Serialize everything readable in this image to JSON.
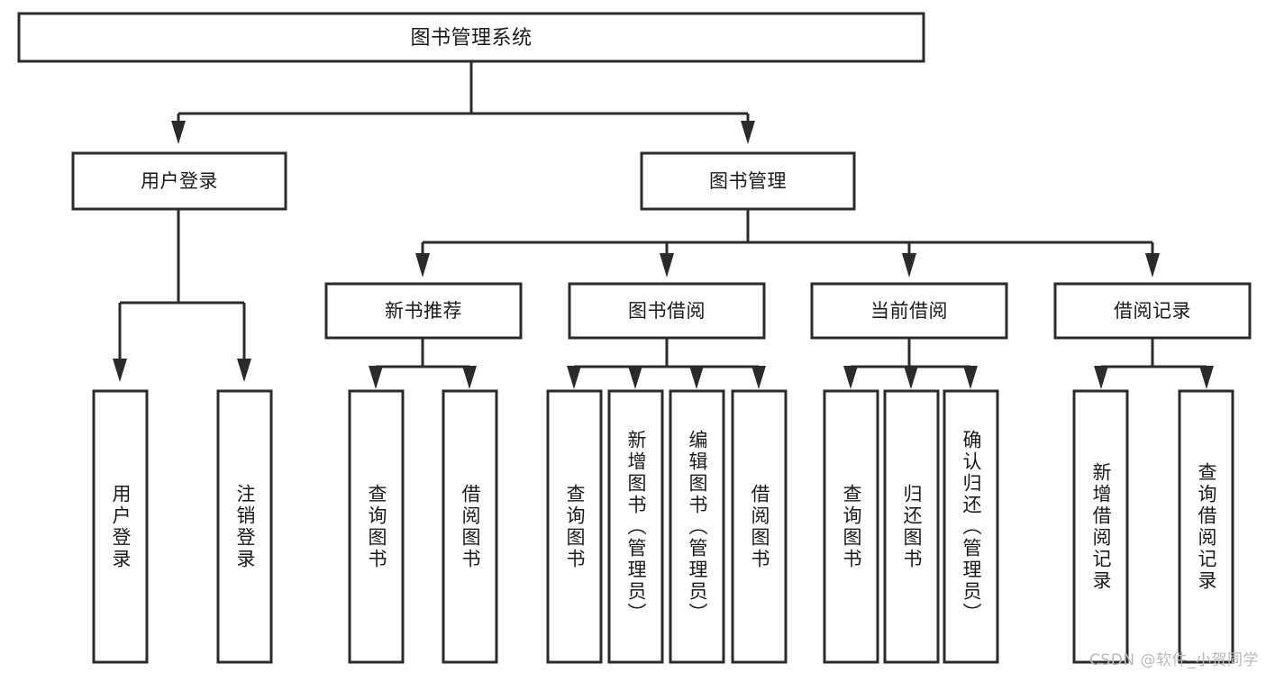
{
  "diagram": {
    "type": "tree-hierarchy",
    "title": "图书管理系统",
    "watermark": "CSDN @软件_小贺同学",
    "colors": {
      "stroke": "#2b2b2b",
      "fill": "#ffffff",
      "text": "#1a1a1a",
      "watermark": "#b9b9b9",
      "background": "#ffffff"
    },
    "levels": {
      "root": {
        "label": "图书管理系统"
      },
      "level2": [
        {
          "label": "用户登录"
        },
        {
          "label": "图书管理"
        }
      ],
      "level3": [
        {
          "label": "新书推荐"
        },
        {
          "label": "图书借阅"
        },
        {
          "label": "当前借阅"
        },
        {
          "label": "借阅记录"
        }
      ]
    },
    "leaves": {
      "user_login": [
        {
          "label": "用户登录"
        },
        {
          "label": "注销登录"
        }
      ],
      "new_book_recommend": [
        {
          "label": "查询图书"
        },
        {
          "label": "借阅图书"
        }
      ],
      "book_borrow": [
        {
          "label": "查询图书"
        },
        {
          "label": "新增图书（管理员）"
        },
        {
          "label": "编辑图书（管理员）"
        },
        {
          "label": "借阅图书"
        }
      ],
      "current_borrow": [
        {
          "label": "查询图书"
        },
        {
          "label": "归还图书"
        },
        {
          "label": "确认归还（管理员）"
        }
      ],
      "borrow_record": [
        {
          "label": "新增借阅记录"
        },
        {
          "label": "查询借阅记录"
        }
      ]
    }
  }
}
